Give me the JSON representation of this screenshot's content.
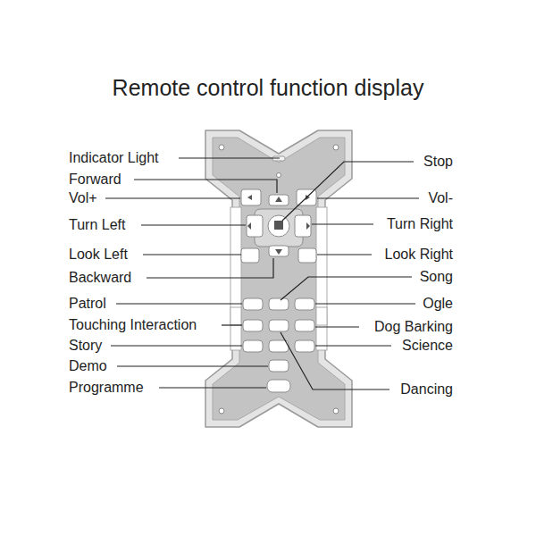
{
  "diagram": {
    "title": "Remote control function display",
    "labels": [
      "Indicator Light",
      "Stop",
      "Forward",
      "Vol+",
      "Vol-",
      "Turn Left",
      "Turn Right",
      "Look Left",
      "Look Right",
      "Backward",
      "Song",
      "Patrol",
      "Ogle",
      "Touching Interaction",
      "Dog Barking",
      "Story",
      "Science",
      "Demo",
      "Programme",
      "Dancing"
    ]
  }
}
